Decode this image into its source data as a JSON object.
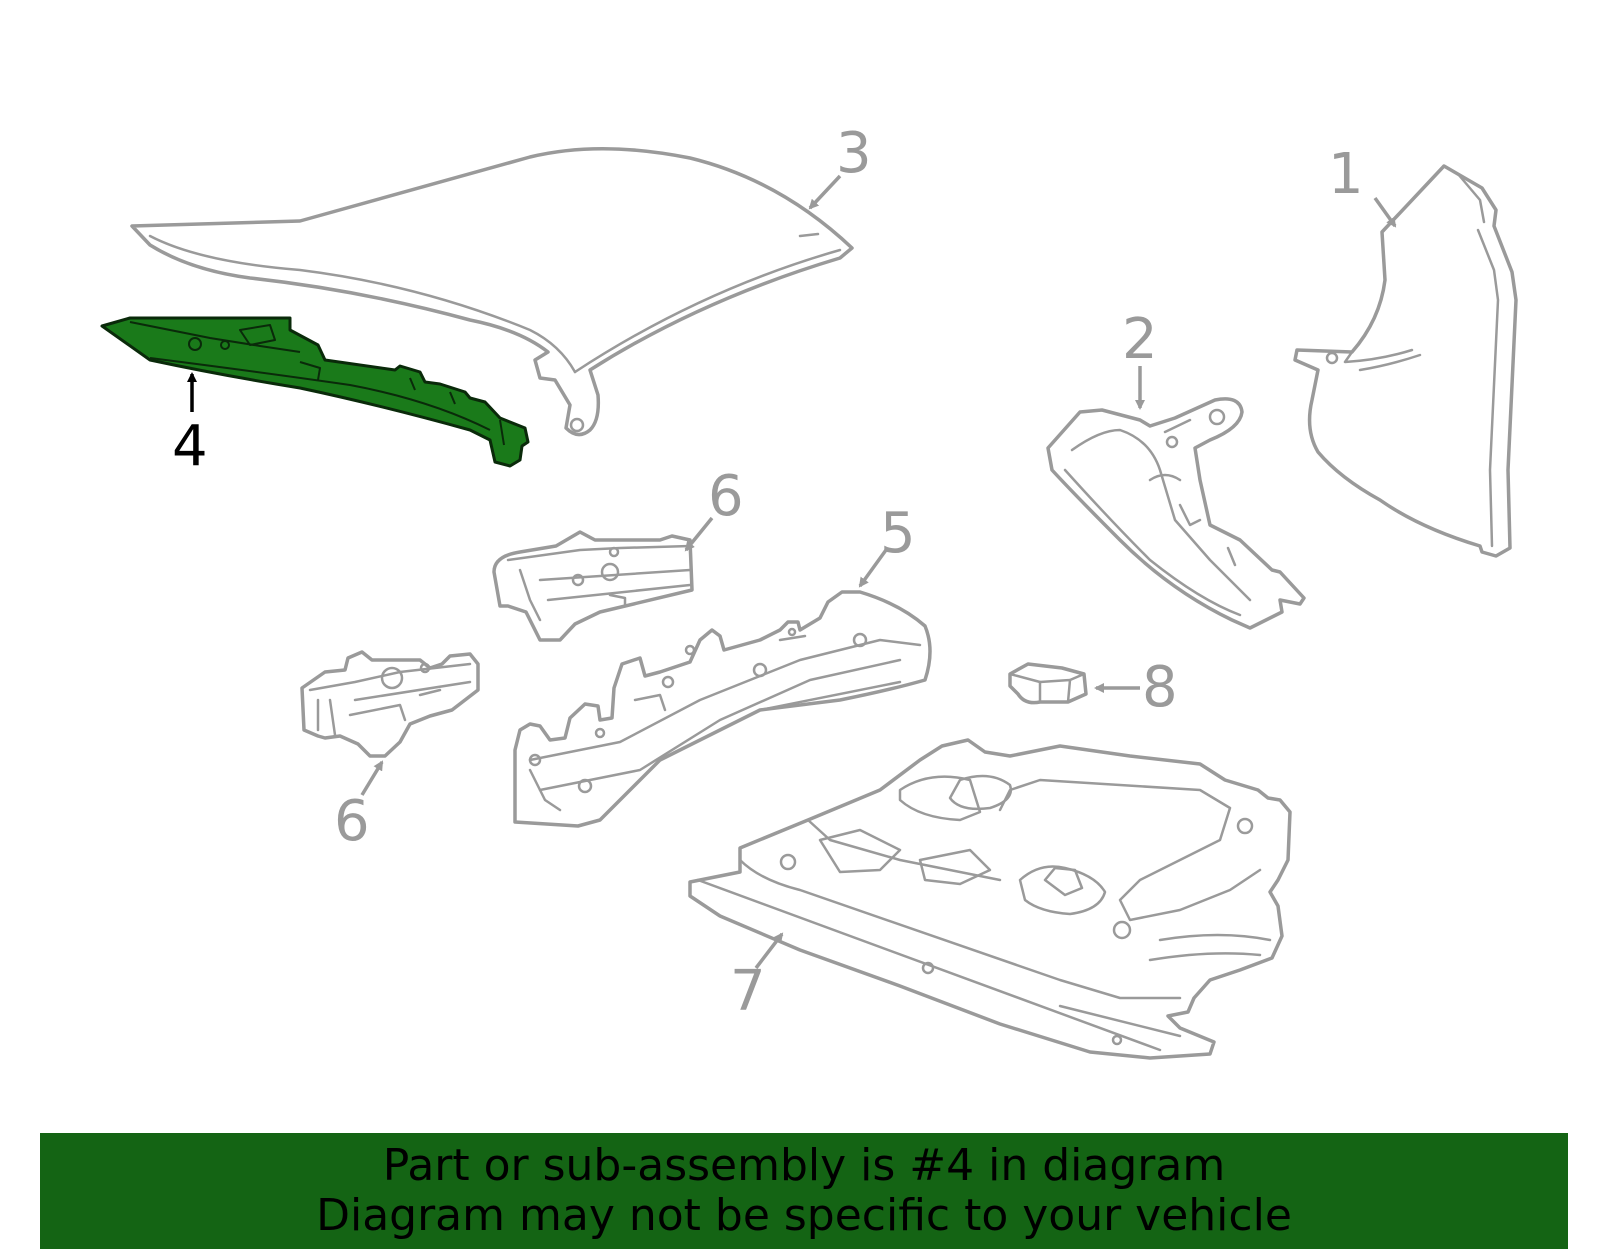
{
  "callouts": {
    "c1": "1",
    "c2": "2",
    "c3": "3",
    "c4": "4",
    "c5": "5",
    "c6a": "6",
    "c6b": "6",
    "c7": "7",
    "c8": "8"
  },
  "banner": {
    "line1": "Part or sub-assembly is #4 in diagram",
    "line2": "Diagram may not be specific to your vehicle"
  },
  "colors": {
    "highlight": "#1a7a1a",
    "banner": "#146414",
    "linework": "#9a9a9a"
  }
}
